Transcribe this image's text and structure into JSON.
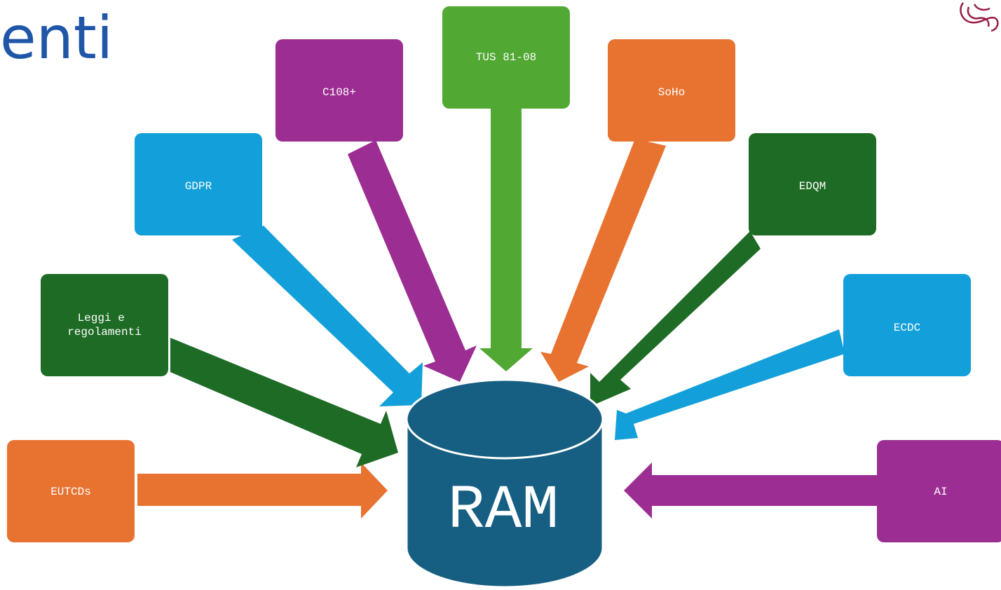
{
  "slide": {
    "title_fragment": "enti"
  },
  "colors": {
    "orange": "#e87331",
    "green_dark": "#1d6b25",
    "green_light": "#51a832",
    "blue_light": "#139fd9",
    "purple": "#9c2d92",
    "db": "#165f82",
    "title": "#1f56a8",
    "logo": "#9a1b47"
  },
  "diagram": {
    "center": {
      "label": "RAM",
      "color": "db"
    },
    "sources": [
      {
        "id": "eutcds",
        "label": "EUTCDs",
        "color": "orange"
      },
      {
        "id": "leggi",
        "label": "Leggi e\nregolamenti",
        "color": "green_dark"
      },
      {
        "id": "gdpr",
        "label": "GDPR",
        "color": "blue_light"
      },
      {
        "id": "c108",
        "label": "C108+",
        "color": "purple"
      },
      {
        "id": "tus",
        "label": "TUS 81-08",
        "color": "green_light"
      },
      {
        "id": "soho",
        "label": "SoHo",
        "color": "orange"
      },
      {
        "id": "edqm",
        "label": "EDQM",
        "color": "green_dark"
      },
      {
        "id": "ecdc",
        "label": "ECDC",
        "color": "blue_light"
      },
      {
        "id": "ai",
        "label": "AI",
        "color": "purple"
      }
    ]
  }
}
